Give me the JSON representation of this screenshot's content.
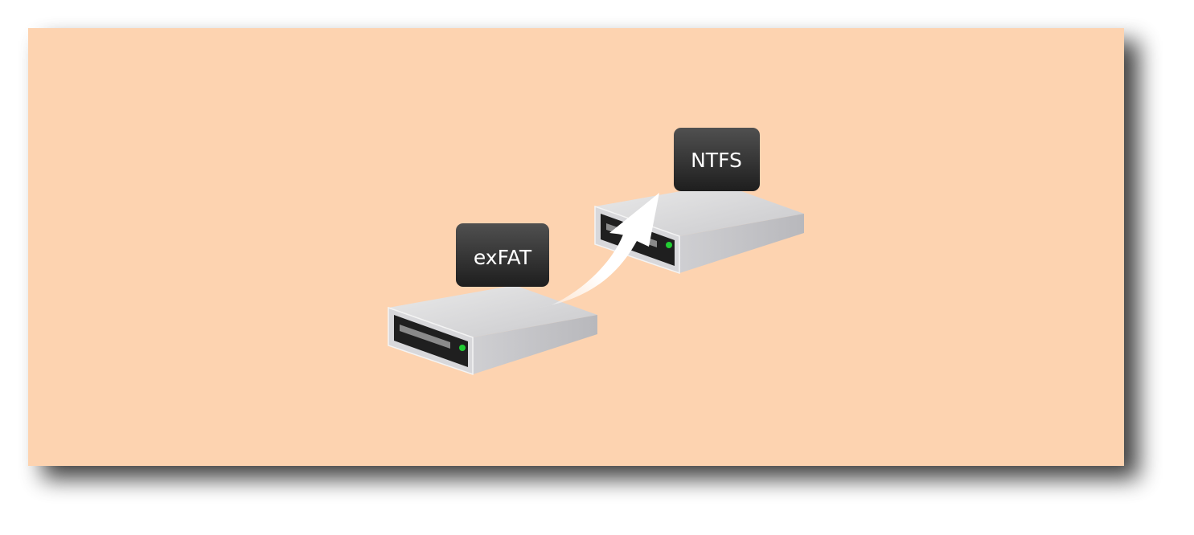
{
  "illustration": {
    "background_color": "#fdd3b0",
    "source_drive": {
      "label": "exFAT",
      "led_color": "#22cc33"
    },
    "target_drive": {
      "label": "NTFS",
      "led_color": "#22cc33"
    },
    "arrow_icon": "curved-arrow-up-right"
  }
}
